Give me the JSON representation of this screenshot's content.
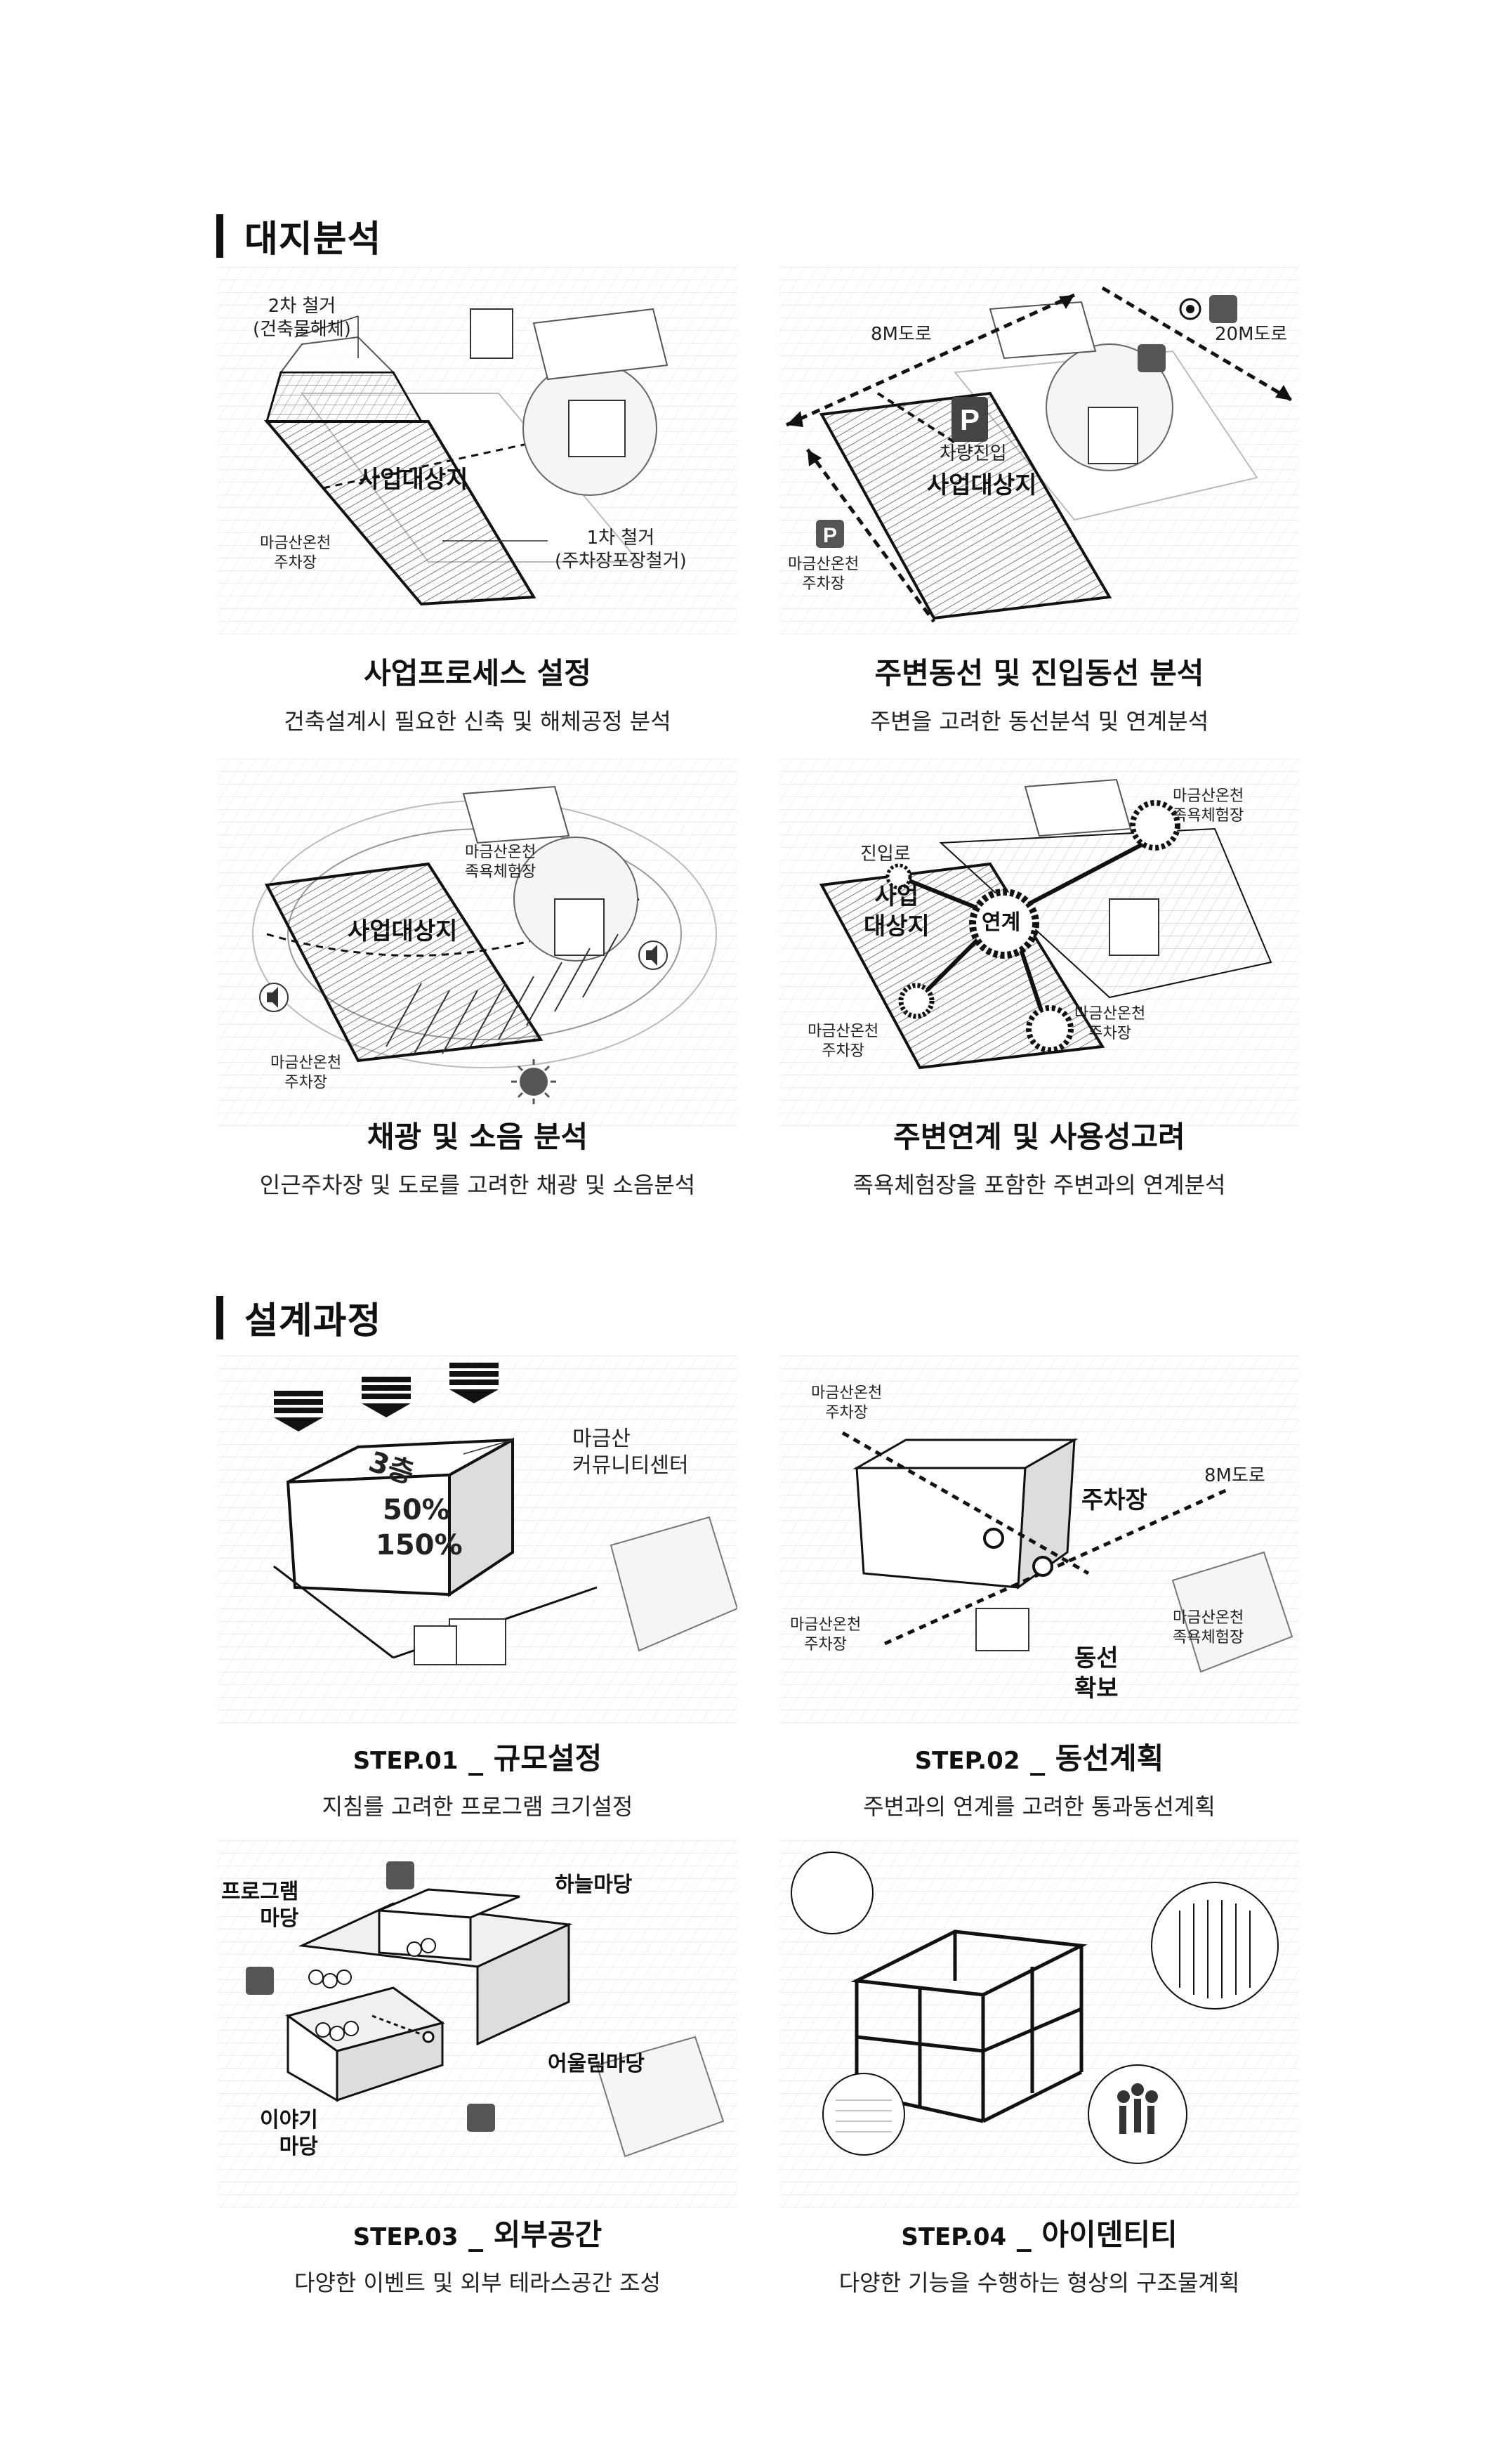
{
  "sections": {
    "site": {
      "title": "대지분석"
    },
    "process": {
      "title": "설계과정"
    }
  },
  "site_panels": [
    {
      "title": "사업프로세스 설정",
      "desc": "건축설계시 필요한 신축 및 해체공정 분석",
      "labels": {
        "demolish2": "2차 철거",
        "demolish2_sub": "(건축물해체)",
        "site": "사업대상지",
        "parking": "마금산온천\n주차장",
        "demolish1": "1차 철거",
        "demolish1_sub": "(주차장포장철거)"
      }
    },
    {
      "title": "주변동선 및 진입동선 분석",
      "desc": "주변을 고려한 동선분석 및 연계분석",
      "labels": {
        "road8": "8M도로",
        "road20": "20M도로",
        "entry": "차량진입",
        "site": "사업대상지",
        "parking": "마금산온천\n주차장"
      }
    },
    {
      "title": "채광 및 소음 분석",
      "desc": "인근주차장 및 도로를 고려한 채광 및 소음분석",
      "labels": {
        "spa": "마금산온천\n족욕체험장",
        "site": "사업대상지",
        "parking": "마금산온천\n주차장"
      }
    },
    {
      "title": "주변연계 및 사용성고려",
      "desc": "족욕체험장을 포함한 주변과의 연계분석",
      "labels": {
        "entrance": "진입로",
        "spa": "마금산온천\n족욕체험장",
        "site": "사업\n대상지",
        "link": "연계",
        "parking_left": "마금산온천\n주차장",
        "parking_right": "마금산온천\n주차장"
      }
    }
  ],
  "steps": [
    {
      "step": "STEP.01",
      "title": "규모설정",
      "desc": "지침를 고려한 프로그램 크기설정",
      "labels": {
        "floors": "3층",
        "ratio1": "50%",
        "ratio2": "150%",
        "center": "마금산\n커뮤니티센터"
      }
    },
    {
      "step": "STEP.02",
      "title": "동선계획",
      "desc": "주변과의 연계를 고려한 통과동선계획",
      "labels": {
        "parking_top": "마금산온천\n주차장",
        "lot": "주차장",
        "road8": "8M도로",
        "parking_left": "마금산온천\n주차장",
        "circ": "동선\n확보",
        "spa": "마금산온천\n족욕체험장"
      }
    },
    {
      "step": "STEP.03",
      "title": "외부공간",
      "desc": "다양한 이벤트 및 외부 테라스공간 조성",
      "labels": {
        "program": "프로그램\n마당",
        "sky": "하늘마당",
        "harmony": "어울림마당",
        "story": "이야기\n마당"
      }
    },
    {
      "step": "STEP.04",
      "title": "아이덴티티",
      "desc": "다양한 기능을 수행하는 형상의 구조물계획",
      "labels": {}
    }
  ],
  "separator": "_"
}
